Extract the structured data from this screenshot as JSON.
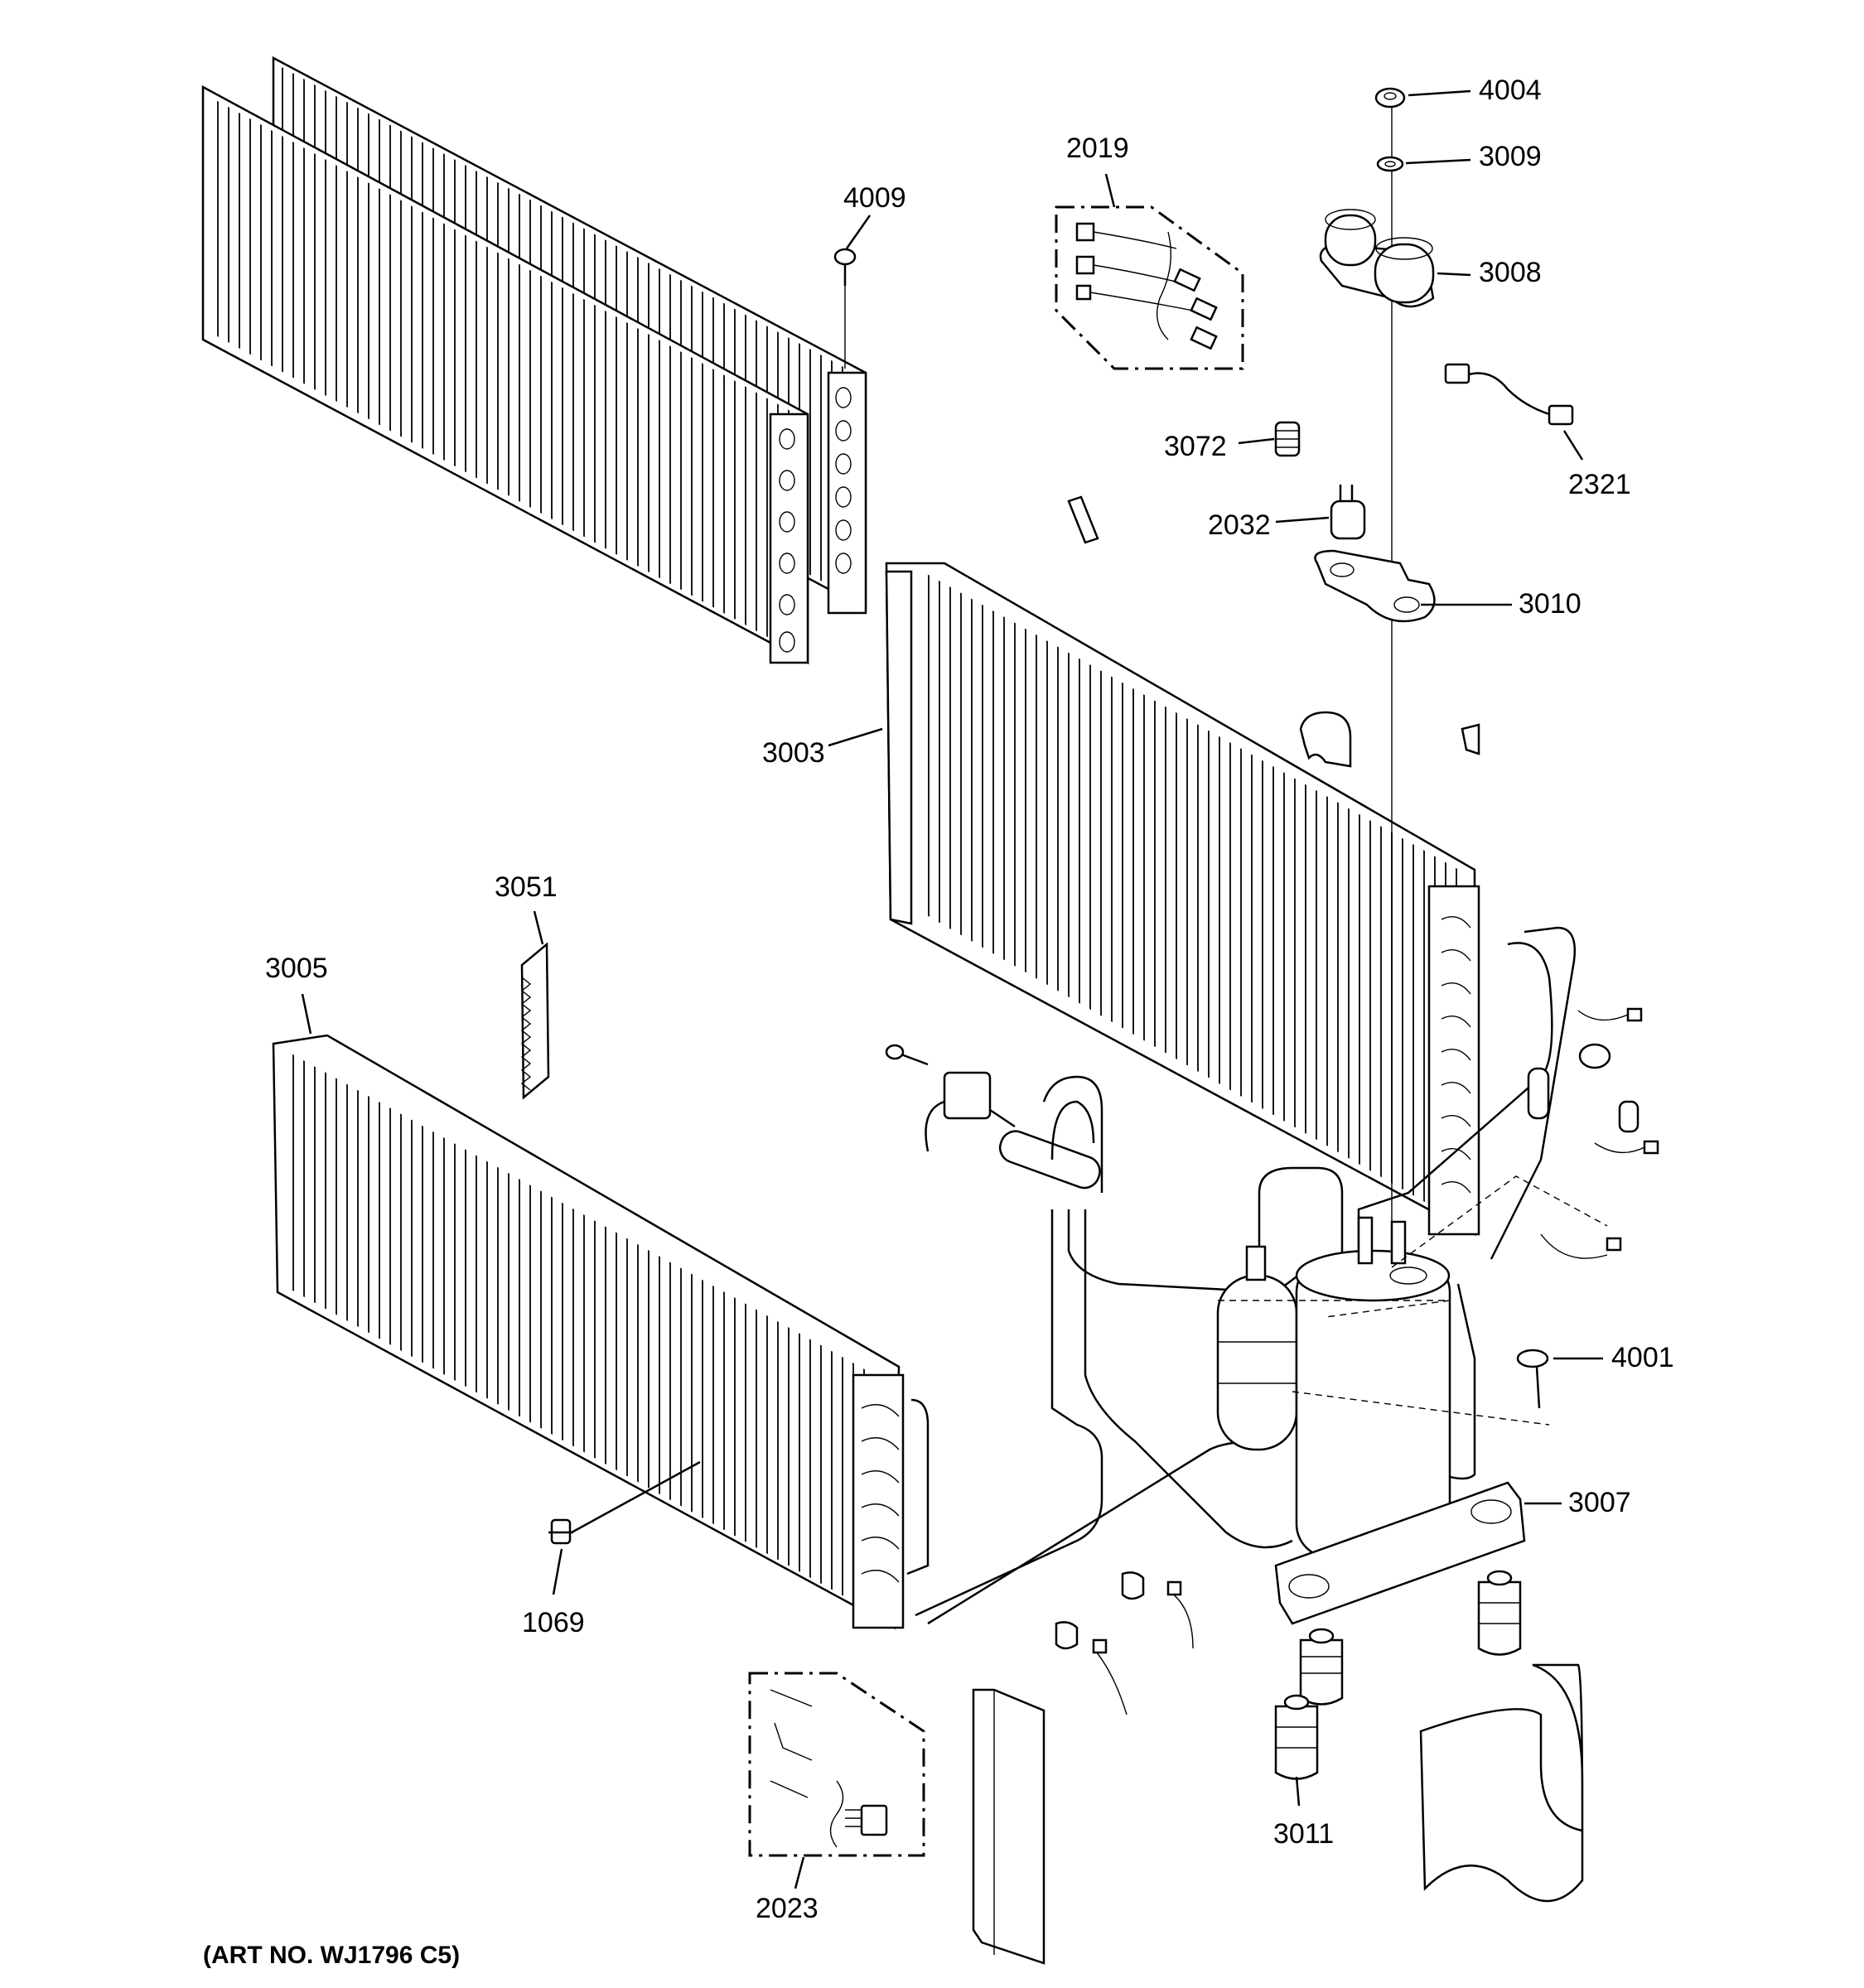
{
  "callouts": {
    "c4004": "4004",
    "c3009": "3009",
    "c2019": "2019",
    "c4009": "4009",
    "c3008": "3008",
    "c3072": "3072",
    "c2321": "2321",
    "c2032": "2032",
    "c3010": "3010",
    "c3003": "3003",
    "c3051": "3051",
    "c3005": "3005",
    "c4001": "4001",
    "c3007": "3007",
    "c1069": "1069",
    "c3011": "3011",
    "c2023": "2023"
  },
  "art_number": "(ART NO. WJ1796 C5)"
}
